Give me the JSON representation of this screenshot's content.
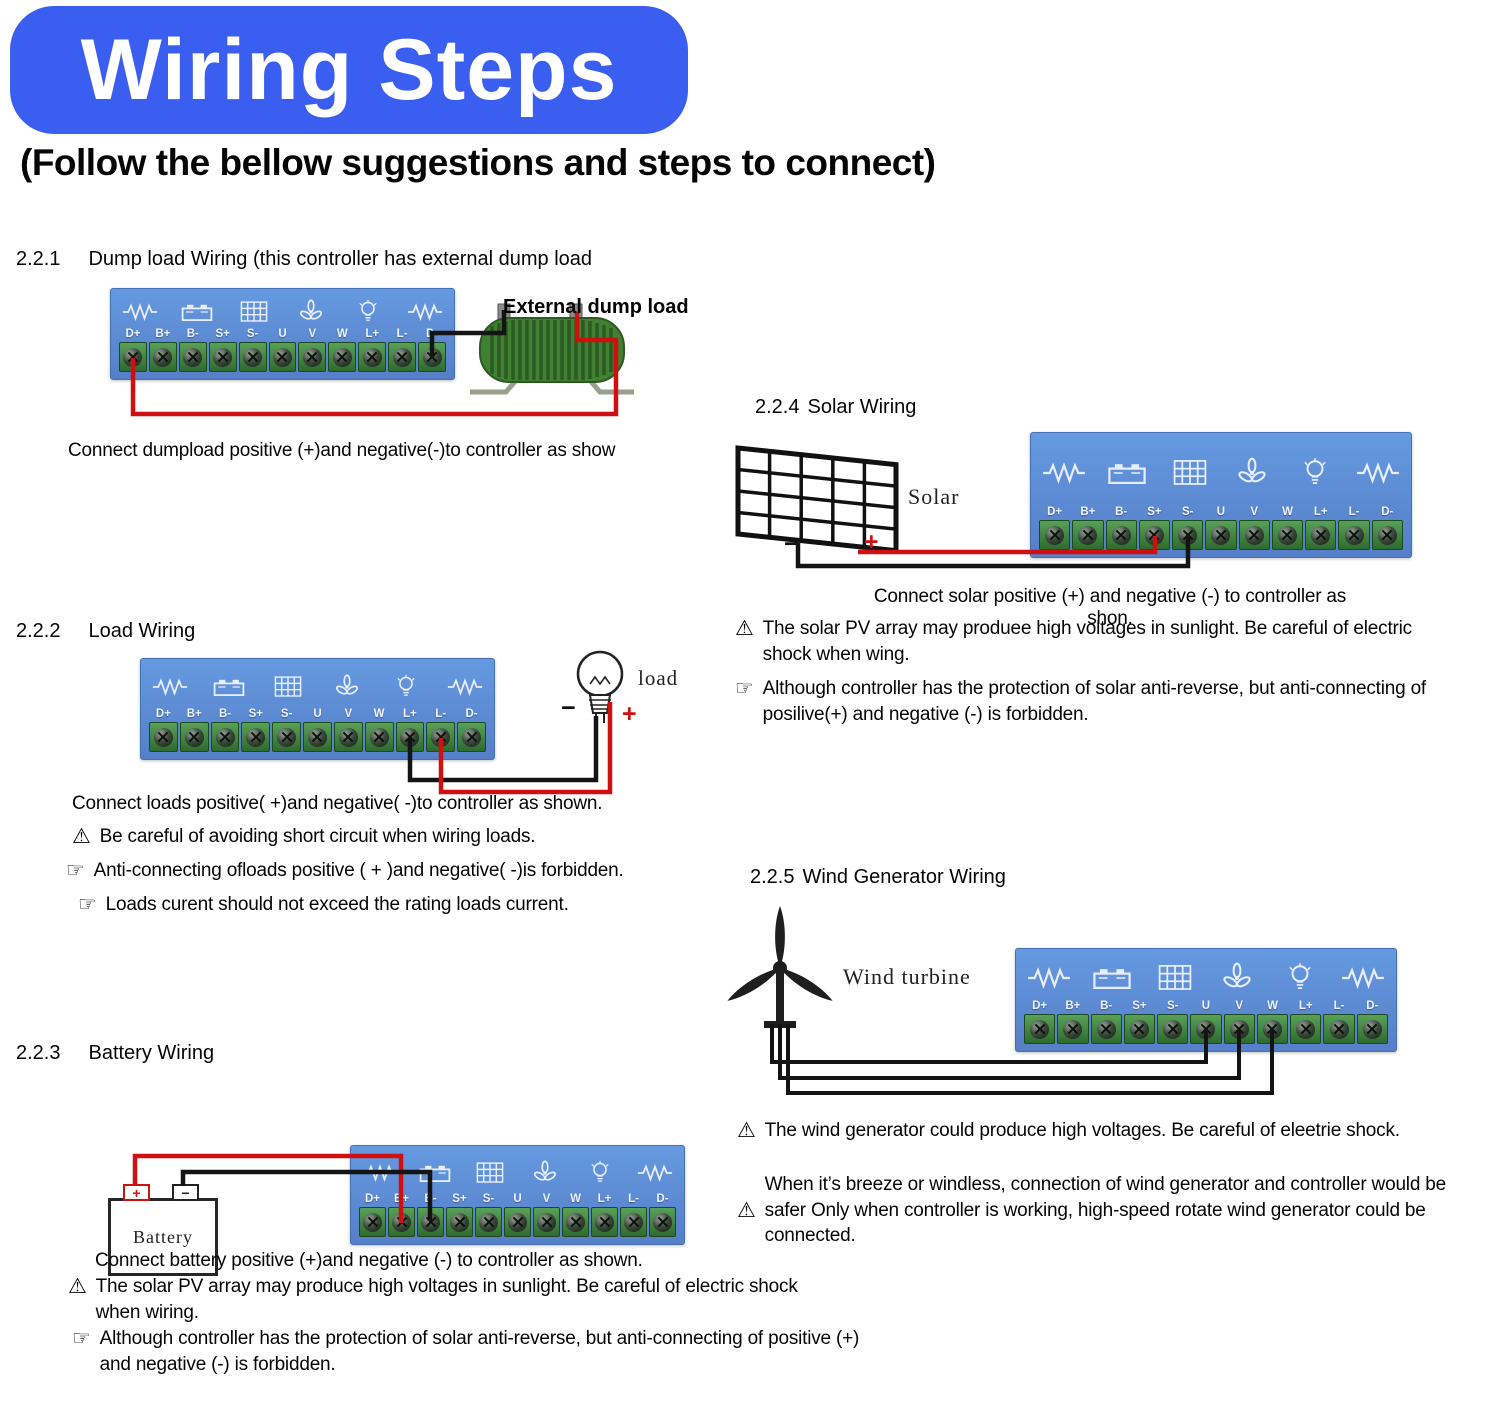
{
  "banner": {
    "title": "Wiring Steps",
    "subtitle": "(Follow the bellow suggestions and steps to connect)"
  },
  "glyphs": {
    "warning": "⚠",
    "note": "☞",
    "plus": "+",
    "minus": "−"
  },
  "controller": {
    "terminals": [
      "D+",
      "B+",
      "B-",
      "S+",
      "S-",
      "U",
      "V",
      "W",
      "L+",
      "L-",
      "D-"
    ],
    "icons": [
      "resistor-icon",
      "battery-icon",
      "solar-panel-icon",
      "wind-turbine-icon",
      "bulb-icon",
      "resistor-icon"
    ]
  },
  "sections": {
    "dump_load": {
      "number": "2.2.1",
      "title": "Dump load Wiring (this controller has external dump load",
      "device_label": "External dump load",
      "caption": "Connect dumpload  positive   (+)and negative(-)to controller as show"
    },
    "load": {
      "number": "2.2.2",
      "title": "Load Wiring",
      "device_label": "load",
      "caption": "Connect loads positive( +)and negative( -)to controller as shown.",
      "warning": "Be careful of avoiding short circuit when wiring loads.",
      "note1": "Anti-connecting ofloads positive ( + )and negative( -)is forbidden.",
      "note2": "Loads curent should not exceed the rating loads current."
    },
    "battery": {
      "number": "2.2.3",
      "title": "Battery Wiring",
      "device_label": "Battery",
      "caption": "Connect battery positive (+)and negative (-) to controller as shown.",
      "warning": "The solar PV array may produce high voltages in sunlight. Be careful of electric shock when wiring.",
      "note": "Although controller has the protection of solar anti-reverse, but anti-connecting of positive (+) and negative (-) is forbidden."
    },
    "solar": {
      "number": "2.2.4",
      "title": "Solar Wiring",
      "device_label": "Solar",
      "caption": "Connect solar positive (+) and negative (-) to controller as shon.",
      "warning": "The solar PV array may produee high voltages in sunlight. Be careful of electric shock when wing.",
      "note": "Although controller has the protection of solar anti-reverse, but anti-connecting of posilive(+) and negative (-) is forbidden."
    },
    "wind": {
      "number": "2.2.5",
      "title": "Wind Generator Wiring",
      "device_label": "Wind turbine",
      "warning1": "The wind generator could produce high voltages. Be careful of eleetrie shock.",
      "warning2": "When it’s breeze or windless, connection of wind generator and controller would be safer Only when controller is working, high-speed rotate wind generator could be connected."
    }
  },
  "colors": {
    "banner_blue": "#3a5ef0",
    "controller_blue": "#5f8fd8",
    "terminal_green": "#3f8040",
    "wire_red": "#d01010",
    "wire_black": "#141414"
  }
}
